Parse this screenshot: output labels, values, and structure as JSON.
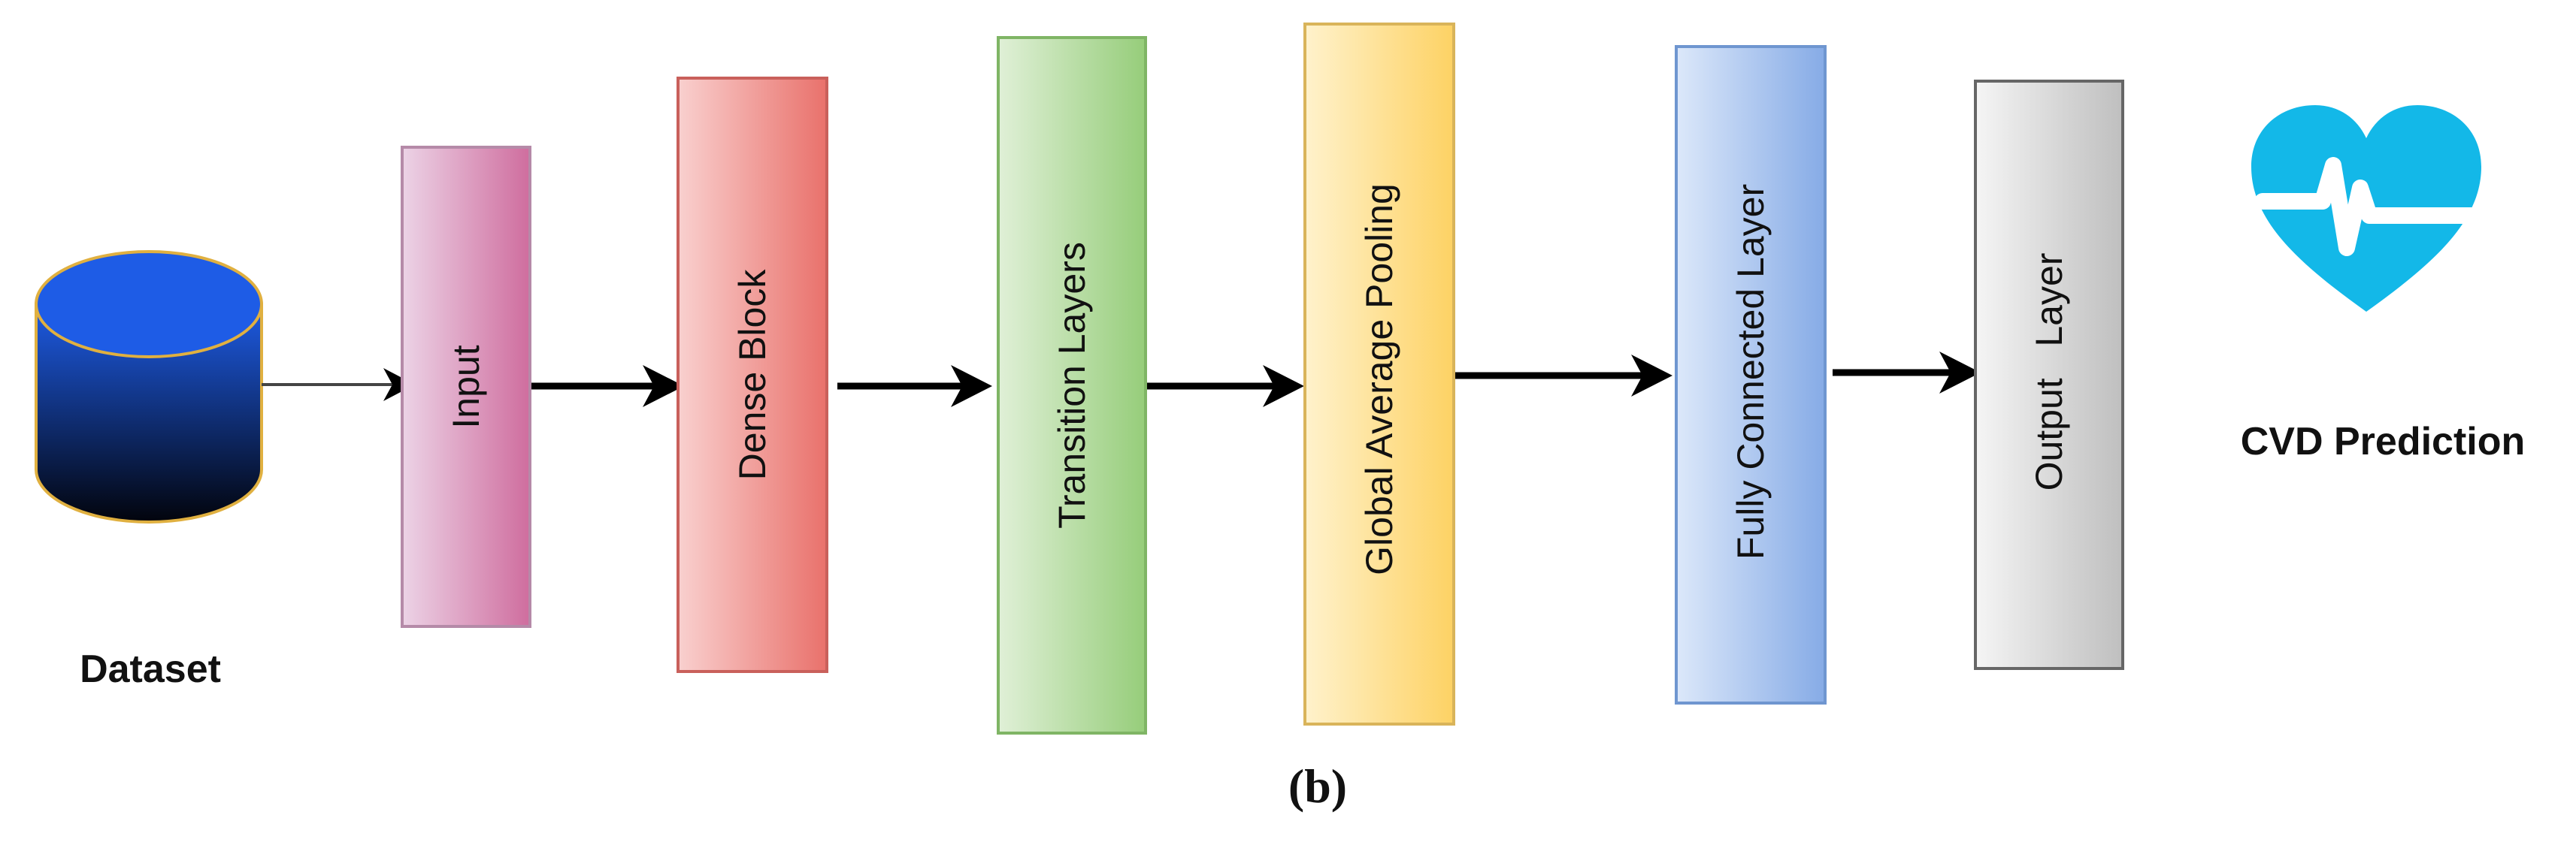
{
  "diagram": {
    "dataset_label": "Dataset",
    "layers": [
      {
        "label": "Input",
        "color_light": "#ecd3e6",
        "color_dark": "#cf6d9e",
        "border": "#b58aa8"
      },
      {
        "label": "Dense Block",
        "color_light": "#f9d0cf",
        "color_dark": "#e9716b",
        "border": "#c9605b"
      },
      {
        "label": "Transition Layers",
        "color_light": "#e0f0d7",
        "color_dark": "#96cd7a",
        "border": "#7fb565"
      },
      {
        "label": "Global Average Pooling",
        "color_light": "#fff2cc",
        "color_dark": "#fdd264",
        "border": "#d9b45a"
      },
      {
        "label": "Fully Connected Layer",
        "color_light": "#dce8fa",
        "color_dark": "#86abe6",
        "border": "#6f96d0"
      },
      {
        "label": "Output   Layer",
        "color_light": "#f5f5f5",
        "color_dark": "#bfbfbf",
        "border": "#666666"
      }
    ],
    "prediction_label": "CVD Prediction",
    "caption": "(b)",
    "colors": {
      "database_top": "#1e5ce6",
      "database_bottom": "#02040c",
      "database_rim": "#e0b040",
      "heart": "#13b8e8",
      "arrow": "#000000"
    }
  }
}
